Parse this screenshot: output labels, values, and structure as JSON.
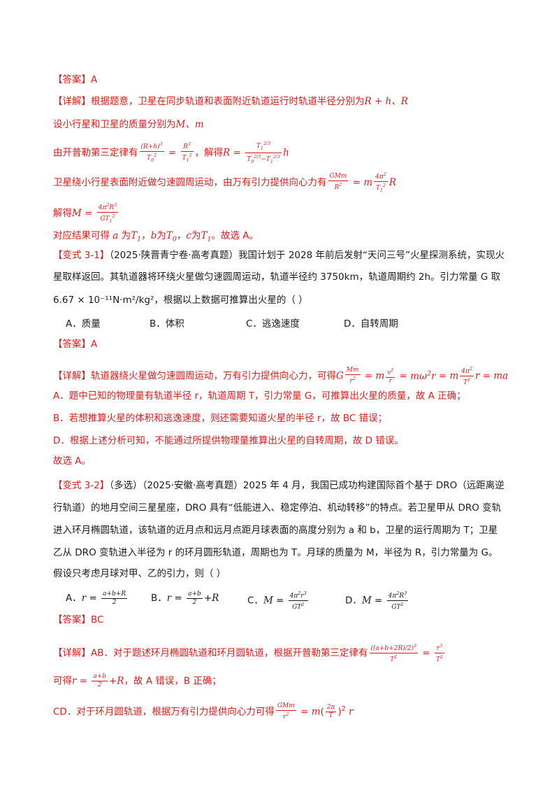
{
  "block1": {
    "answer_tag": "【答案】",
    "answer": "A",
    "detail_tag": "【详解】",
    "line1": "根据题意，卫星在同步轨道和表面附近轨道运行时轨道半径分别为",
    "line1_math": "R + h、R",
    "line2": "设小行星和卫星的质量分别为",
    "line2_math": "M、m",
    "line3_a": "由开普勒第三定律有",
    "line3_b": "，解得",
    "line4": "卫星绕小行星表面附近做匀速圆周运动，由万有引力提供向心力有",
    "line5": "解得",
    "line6_a": "对应结果可得",
    "line6_b": "为",
    "line6_c": "为",
    "line6_d": "为",
    "line6_e": "。故选 A。"
  },
  "q31": {
    "tag": "【变式 3-1】",
    "stem1": "（2025·陕晋青宁卷·高考真题）我国计划于 2028 年前后发射“天问三号”火星探测系统，实现火",
    "stem2": "星取样返回。其轨道器将环绕火星做匀速圆周运动，轨道半径约 3750km，轨道周期约 2h。引力常量 G 取",
    "stem3": "6.67 × 10⁻¹¹N·m²/kg²，根据以上数据可推算出火星的（    ）",
    "options": [
      "A．质量",
      "B．体积",
      "C．逃逸速度",
      "D．自转周期"
    ],
    "answer_tag": "【答案】",
    "answer": "A",
    "detail_tag": "【详解】",
    "d1": "轨道器绕火星做匀速圆周运动，万有引力提供向心力，可得",
    "dA": "A．题中已知的物理量有轨道半径 r，轨道周期 T，引力常量 G，可推算出火星的质量，故 A 正确；",
    "dB": "B．若想推算火星的体积和逃逸速度，则还需要知道火星的半径 r，故 BC 错误；",
    "dD": "D．根据上述分析可知，不能通过所提供物理量推算出火星的自转周期，故 D 错误。",
    "end": "故选 A。"
  },
  "q32": {
    "tag": "【变式 3-2】",
    "stem1": "（多选）（2025·安徽·高考真题）2025 年 4 月，我国已成功构建国际首个基于 DRO（远距离逆",
    "stem2": "行轨道）的地月空间三星星座，DRO 具有“低能进入、稳定停泊、机动转移”的特点。若卫星甲从 DRO 变轨",
    "stem3": "进入环月椭圆轨道，该轨道的近月点和远月点距月球表面的高度分别为 a 和 b，卫星的运行周期为 T；卫星",
    "stem4": "乙从 DRO 变轨进入半径为 r 的环月圆形轨道，周期也为 T。月球的质量为 M，半径为 R，引力常量为 G。",
    "stem5": "假设只考虑月球对甲、乙的引力，则（        ）",
    "opt_labels": [
      "A．",
      "B．",
      "C．",
      "D．"
    ],
    "answer_tag": "【答案】",
    "answer": "BC",
    "detail_tag": "【详解】",
    "d1": "AB．对于题述环月椭圆轨道和环月圆轨道，根据开普勒第三定律有",
    "d2_a": "可得",
    "d2_b": "，故 A 错误，B 正确；",
    "d3": "CD．对于环月圆轨道，根据万有引力提供向心力可得"
  }
}
